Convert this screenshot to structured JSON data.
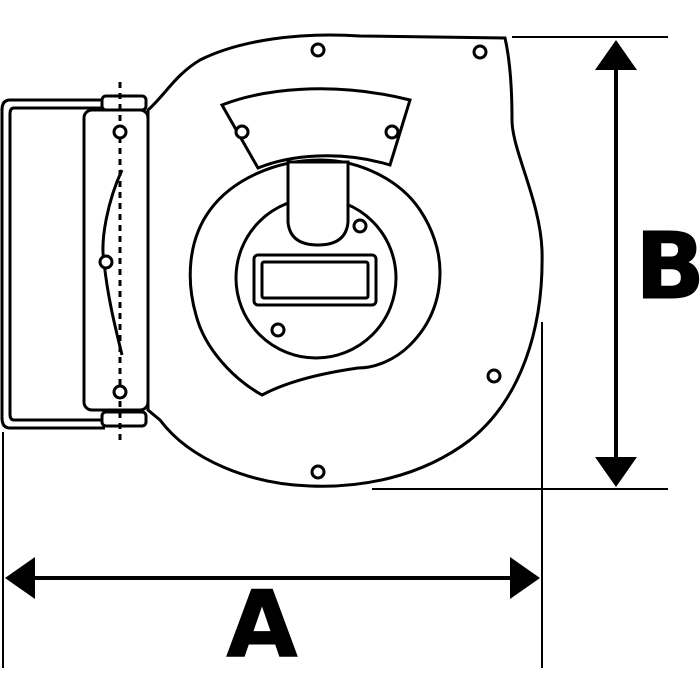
{
  "diagram": {
    "title": "",
    "dimensions": [
      {
        "id": "A",
        "label": "A",
        "orientation": "horizontal"
      },
      {
        "id": "B",
        "label": "B",
        "orientation": "vertical"
      }
    ],
    "colors": {
      "stroke": "#000000",
      "fill": "#ffffff"
    }
  }
}
